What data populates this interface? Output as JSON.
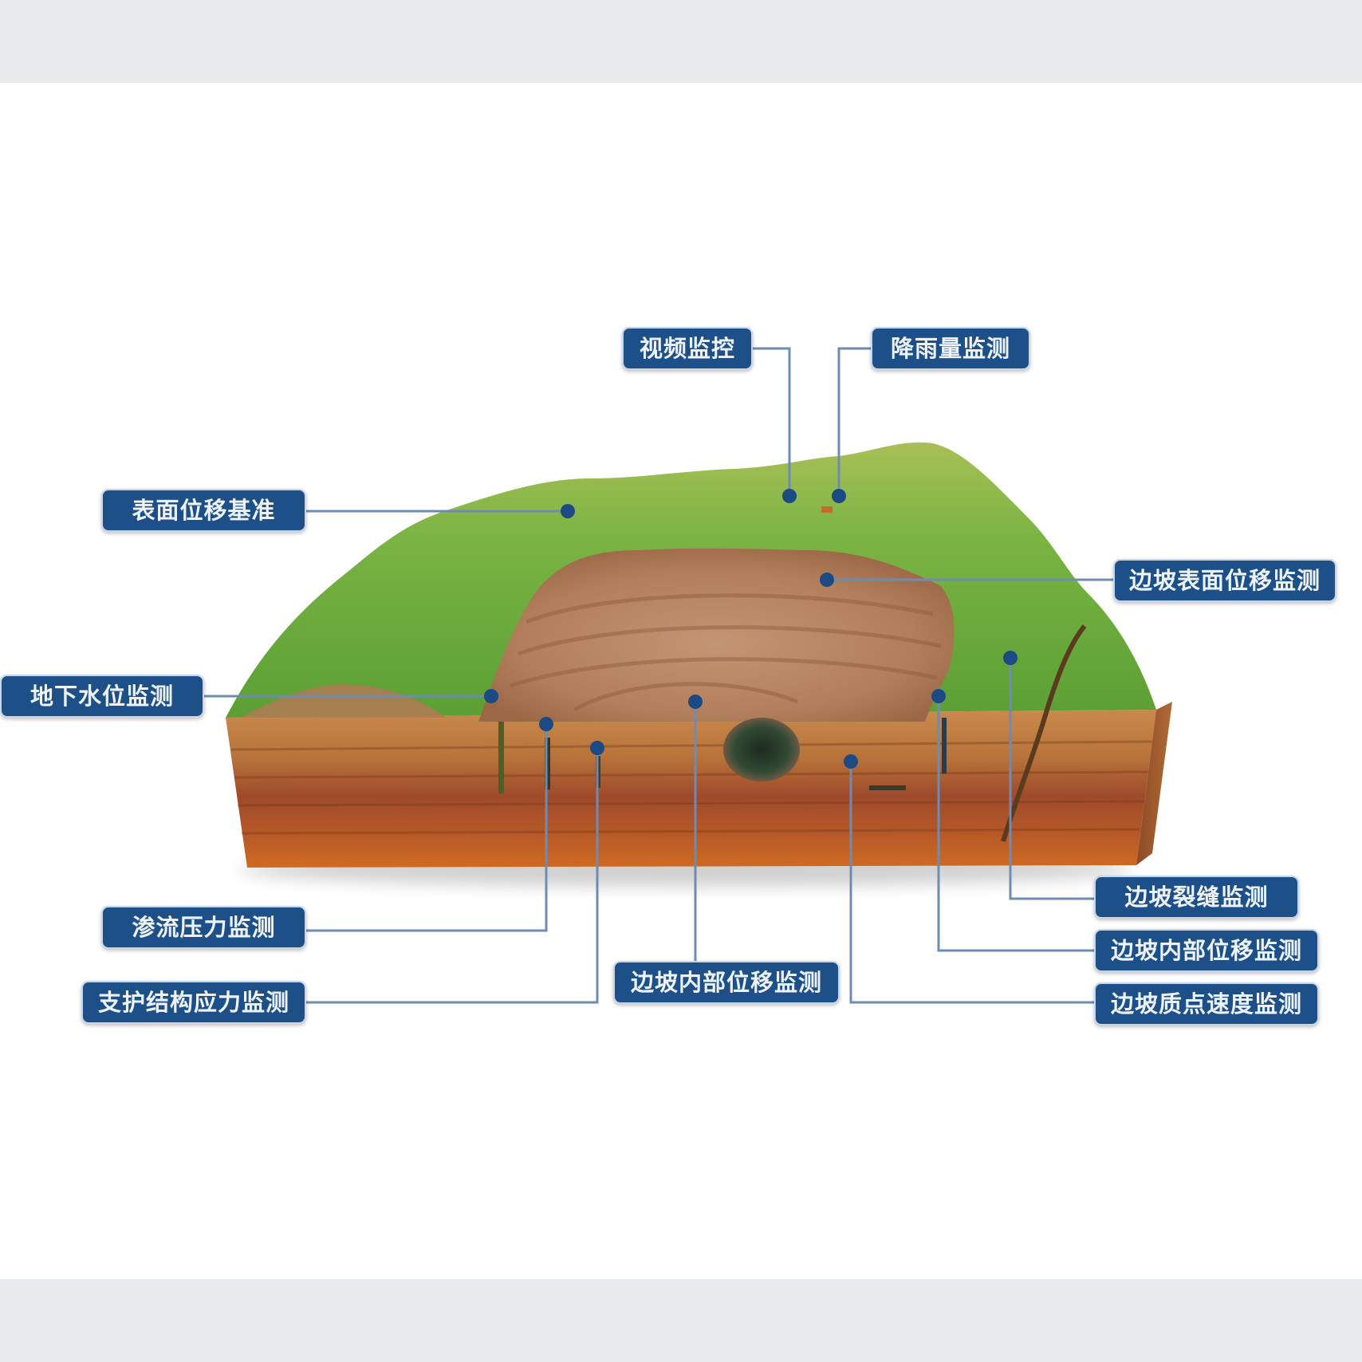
{
  "diagram": {
    "labels": {
      "video": "视频监控",
      "rain": "降雨量监测",
      "surface_base": "表面位移基准",
      "slope_surface": "边坡表面位移监测",
      "groundwater": "地下水位监测",
      "seepage": "渗流压力监测",
      "support_stress": "支护结构应力监测",
      "internal_center": "边坡内部位移监测",
      "crack": "边坡裂缝监测",
      "internal_right": "边坡内部位移监测",
      "velocity": "边坡质点速度监测"
    },
    "colors": {
      "label_bg": "#1d5089",
      "connector": "#6e8cb3",
      "dot": "#1b4a85",
      "grass": "#6cab3c",
      "soil": "#b9825c"
    }
  }
}
